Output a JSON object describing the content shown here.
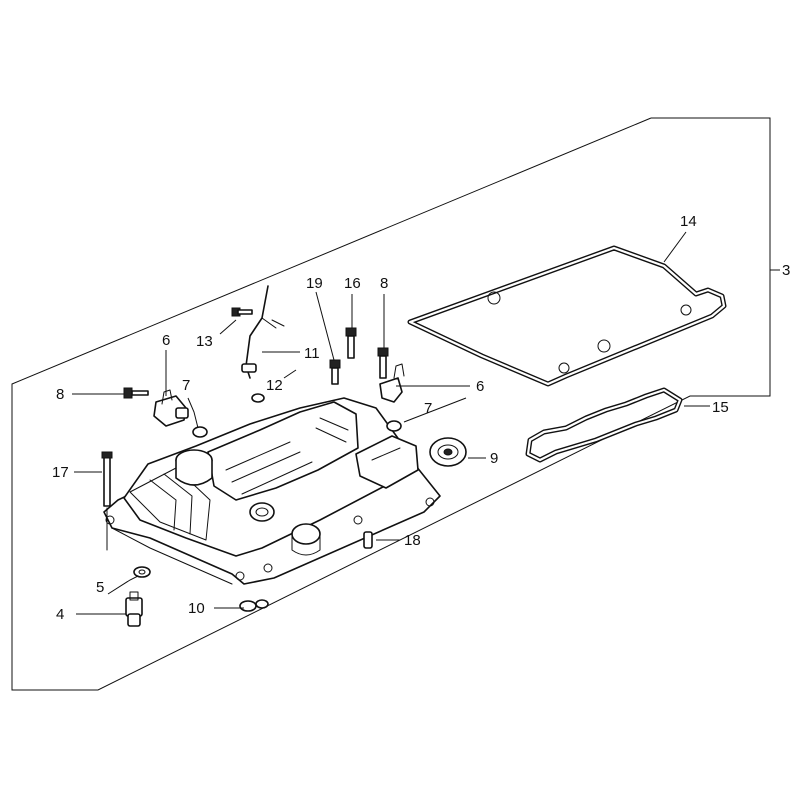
{
  "diagram": {
    "callouts": {
      "c3": "3",
      "c4": "4",
      "c5": "5",
      "c6a": "6",
      "c6b": "6",
      "c7a": "7",
      "c7b": "7",
      "c8a": "8",
      "c8b": "8",
      "c9": "9",
      "c10": "10",
      "c11": "11",
      "c12": "12",
      "c13": "13",
      "c14": "14",
      "c15": "15",
      "c16": "16",
      "c17": "17",
      "c18": "18",
      "c19": "19"
    }
  }
}
